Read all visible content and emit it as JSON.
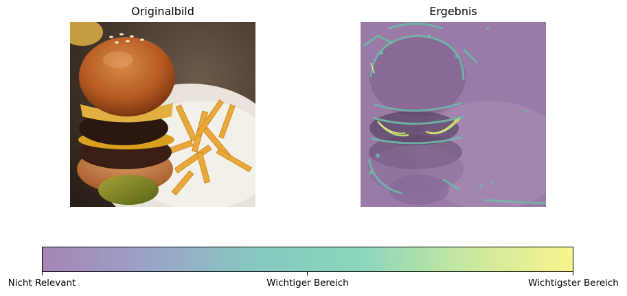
{
  "panels": {
    "left": {
      "title": "Originalbild"
    },
    "right": {
      "title": "Ergebnis"
    }
  },
  "colorbar": {
    "colors": [
      "#a685b5",
      "#9ba3c8",
      "#86c9c0",
      "#8ad6bd",
      "#c8e8a0",
      "#f9f48d"
    ],
    "ticks": [
      "Nicht Relevant",
      "Wichtiger Bereich",
      "Wichtigster Bereich"
    ]
  }
}
